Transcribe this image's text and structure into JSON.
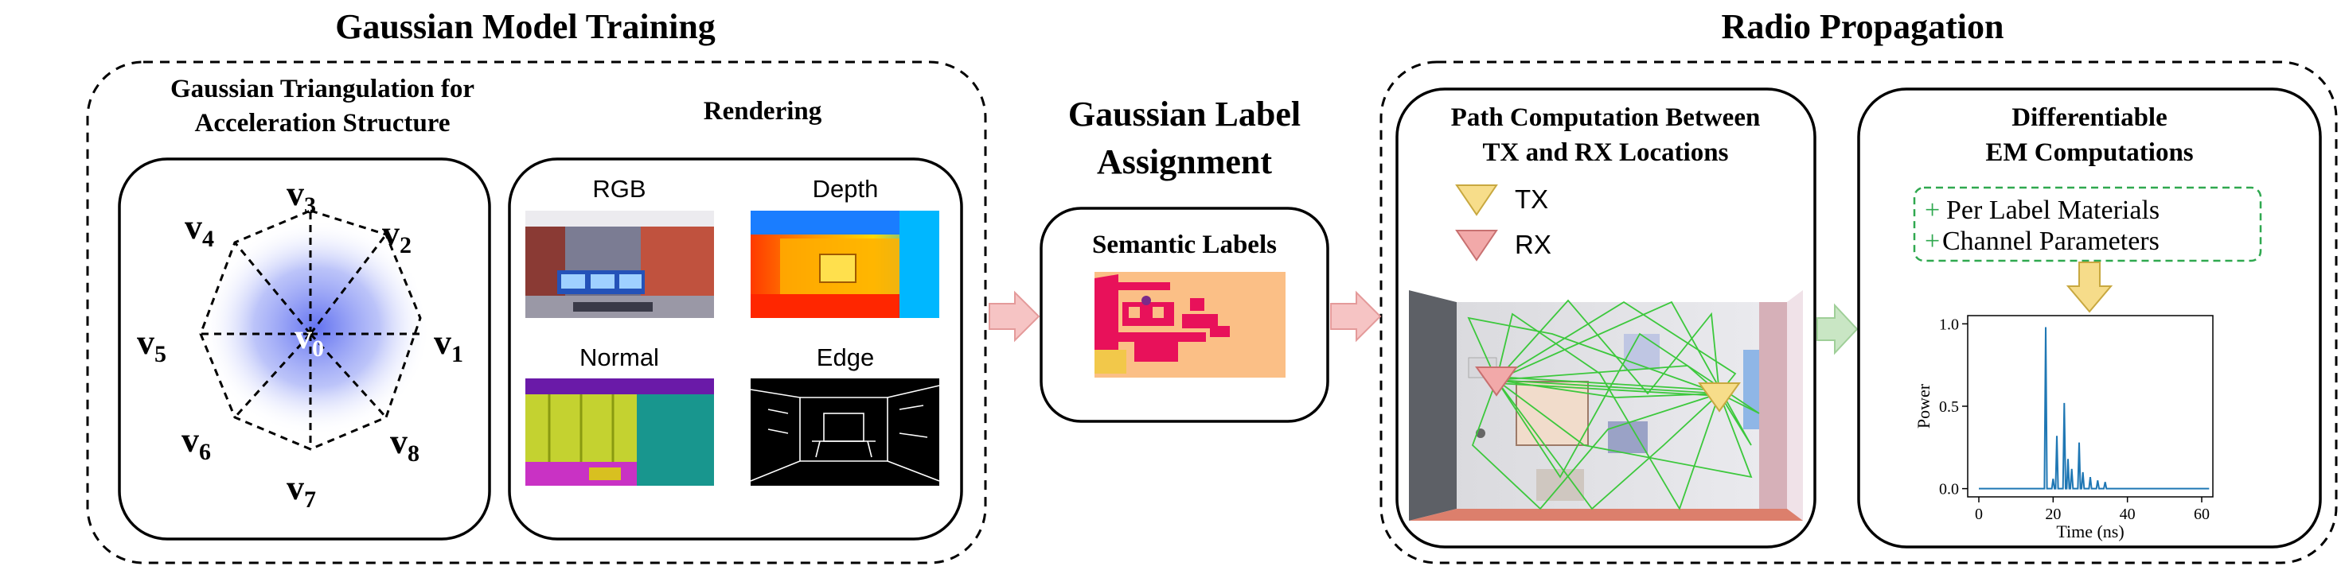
{
  "sections": {
    "training": {
      "title": "Gaussian Model Training"
    },
    "label_assignment": {
      "title_line1": "Gaussian Label",
      "title_line2": "Assignment"
    },
    "propagation": {
      "title": "Radio Propagation"
    }
  },
  "triangulation": {
    "title_line1": "Gaussian Triangulation for",
    "title_line2": "Acceleration Structure",
    "vertices": [
      "v",
      "v",
      "v",
      "v",
      "v",
      "v",
      "v",
      "v",
      "v"
    ],
    "subscripts": [
      "0",
      "1",
      "2",
      "3",
      "4",
      "5",
      "6",
      "7",
      "8"
    ]
  },
  "rendering": {
    "title": "Rendering",
    "panels": [
      "RGB",
      "Depth",
      "Normal",
      "Edge"
    ]
  },
  "semantic": {
    "title": "Semantic Labels"
  },
  "path_computation": {
    "title_line1": "Path Computation Between",
    "title_line2": "TX and RX Locations",
    "tx_label": "TX",
    "rx_label": "RX"
  },
  "em": {
    "title_line1": "Differentiable",
    "title_line2": "EM Computations",
    "items": [
      "Per Label Materials",
      "Channel Parameters"
    ],
    "plus": "+"
  },
  "colors": {
    "tx": "#f7dd8a",
    "rx": "#f2a9a9",
    "arrow_red": "#f6c4c4",
    "arrow_green": "#c9e6c4",
    "arrow_yellow": "#f6dc8a",
    "plus_green": "#2fa84f",
    "gaussian_blue": "#6b79f2",
    "plot_line": "#1f77b4",
    "paths": "#3cc83c"
  },
  "chart_data": {
    "type": "line",
    "xlabel": "Time (ns)",
    "ylabel": "Power",
    "xlim": [
      -3,
      63
    ],
    "ylim": [
      -0.05,
      1.05
    ],
    "xticks": [
      0,
      20,
      40,
      60
    ],
    "yticks": [
      0.0,
      0.5,
      1.0
    ],
    "xtick_labels": [
      "0",
      "20",
      "40",
      "60"
    ],
    "ytick_labels": [
      "0.0",
      "0.5",
      "1.0"
    ],
    "baseline": 0.0,
    "x_end": 62,
    "peaks": [
      {
        "x": 18,
        "y": 0.98
      },
      {
        "x": 20,
        "y": 0.06
      },
      {
        "x": 21,
        "y": 0.32
      },
      {
        "x": 23,
        "y": 0.52
      },
      {
        "x": 24,
        "y": 0.18
      },
      {
        "x": 25,
        "y": 0.12
      },
      {
        "x": 27,
        "y": 0.28
      },
      {
        "x": 28,
        "y": 0.1
      },
      {
        "x": 30,
        "y": 0.07
      },
      {
        "x": 32,
        "y": 0.05
      },
      {
        "x": 34,
        "y": 0.04
      }
    ],
    "grid": false
  }
}
